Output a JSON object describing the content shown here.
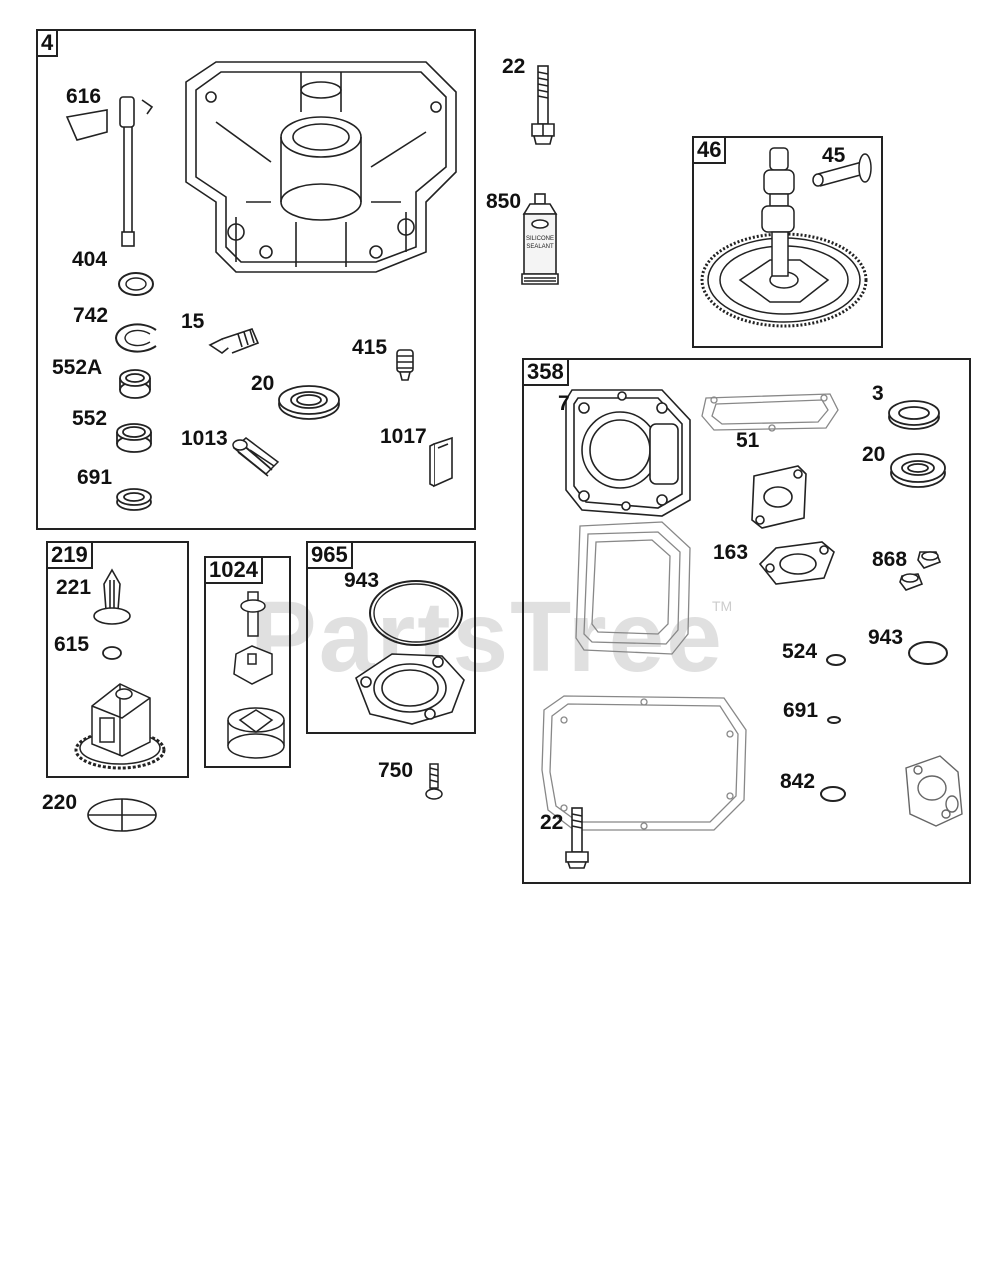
{
  "watermark": {
    "text": "PartsTree",
    "tm": "TM"
  },
  "groups": {
    "g4": "4",
    "g46": "46",
    "g358": "358",
    "g219": "219",
    "g1024": "1024",
    "g965": "965"
  },
  "labels": {
    "l616": "616",
    "l404": "404",
    "l742": "742",
    "l15": "15",
    "l552a": "552A",
    "l415": "415",
    "l20a": "20",
    "l552": "552",
    "l1013": "1013",
    "l1017": "1017",
    "l691a": "691",
    "l22a": "22",
    "l850": "850",
    "l45": "45",
    "l7": "7",
    "l3": "3",
    "l51": "51",
    "l20b": "20",
    "l163": "163",
    "l868": "868",
    "l524": "524",
    "l943b": "943",
    "l691b": "691",
    "l842": "842",
    "l22b": "22",
    "l221": "221",
    "l615": "615",
    "l220": "220",
    "l943a": "943",
    "l750": "750"
  },
  "sealant": {
    "line1": "SILICONE",
    "line2": "SEALANT"
  }
}
